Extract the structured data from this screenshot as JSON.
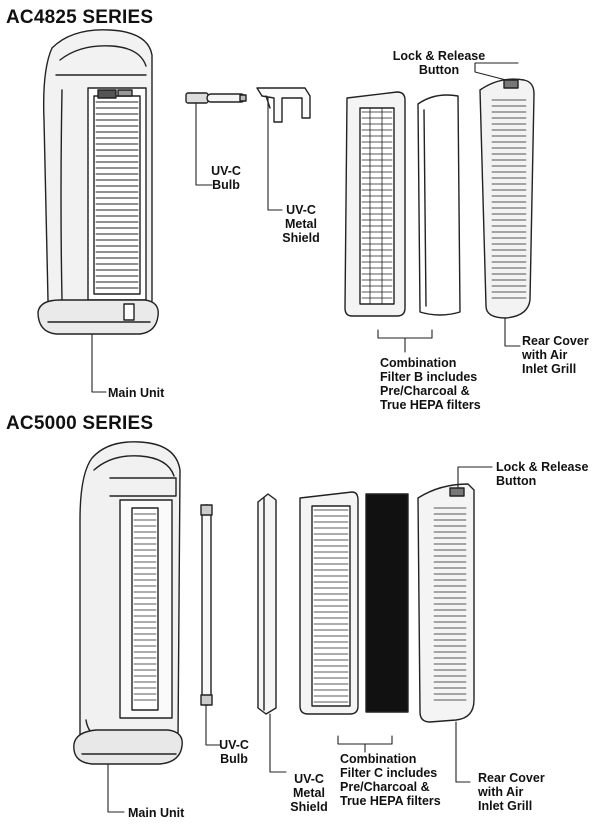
{
  "sections": [
    {
      "title": "AC4825 SERIES",
      "labels": {
        "lock_release": [
          "Lock & Release",
          "Button"
        ],
        "uvc_bulb": [
          "UV-C",
          "Bulb"
        ],
        "uvc_shield": [
          "UV-C",
          "Metal",
          "Shield"
        ],
        "combination_filter": [
          "Combination",
          "Filter B includes",
          "Pre/Charcoal &",
          "True HEPA filters"
        ],
        "rear_cover": [
          "Rear Cover",
          "with Air",
          "Inlet Grill"
        ],
        "main_unit": [
          "Main Unit"
        ]
      }
    },
    {
      "title": "AC5000 SERIES",
      "labels": {
        "lock_release": [
          "Lock & Release",
          "Button"
        ],
        "uvc_bulb": [
          "UV-C",
          "Bulb"
        ],
        "uvc_shield": [
          "UV-C",
          "Metal",
          "Shield"
        ],
        "combination_filter": [
          "Combination",
          "Filter C includes",
          "Pre/Charcoal &",
          "True HEPA filters"
        ],
        "rear_cover": [
          "Rear Cover",
          "with Air",
          "Inlet Grill"
        ],
        "main_unit": [
          "Main Unit"
        ]
      }
    }
  ]
}
